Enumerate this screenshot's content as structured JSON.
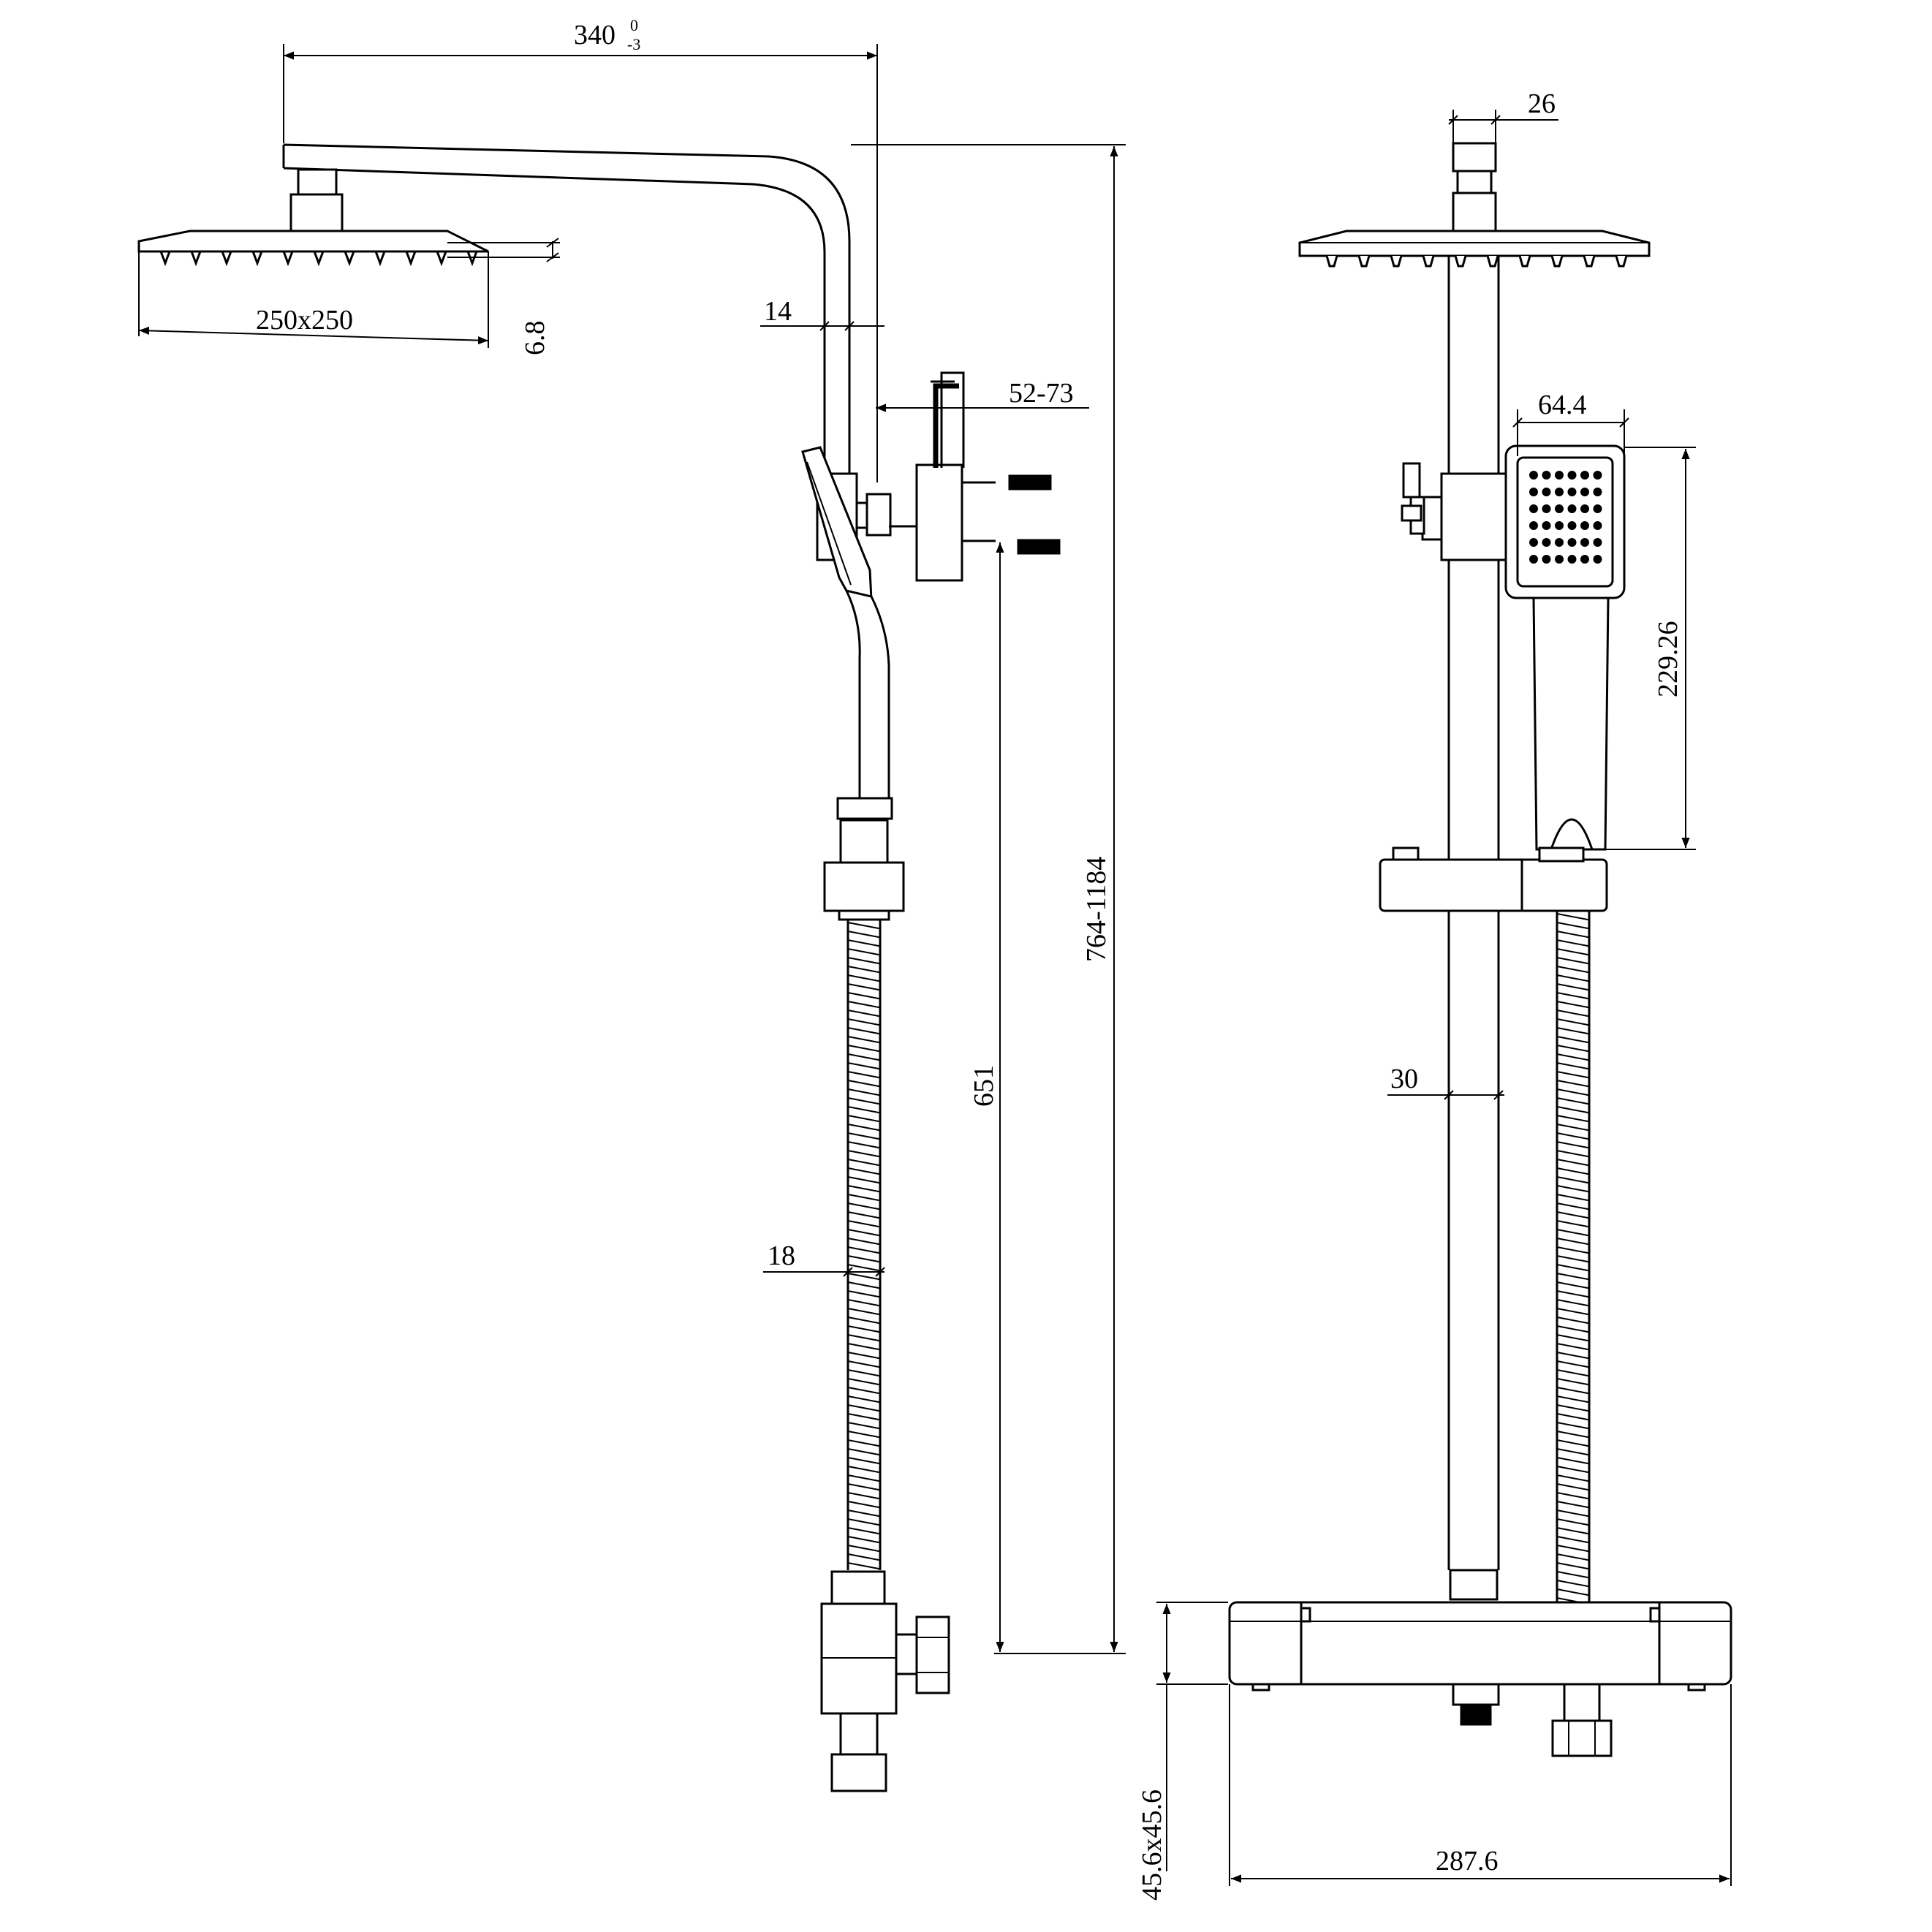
{
  "dimensions": {
    "arm_length": "340",
    "arm_tol_upper": "0",
    "arm_tol_lower": "-3",
    "head_size": "250x250",
    "head_thickness": "6.8",
    "arm_diameter": "14",
    "bracket_adjust": "52-73",
    "overall_height": "764-1184",
    "mount_height": "651",
    "hose_diameter": "18",
    "connector_width": "26",
    "handset_width": "64.4",
    "handset_length": "229.26",
    "rail_diameter": "30",
    "valve_section": "45.6x45.6",
    "valve_length": "287.6"
  }
}
